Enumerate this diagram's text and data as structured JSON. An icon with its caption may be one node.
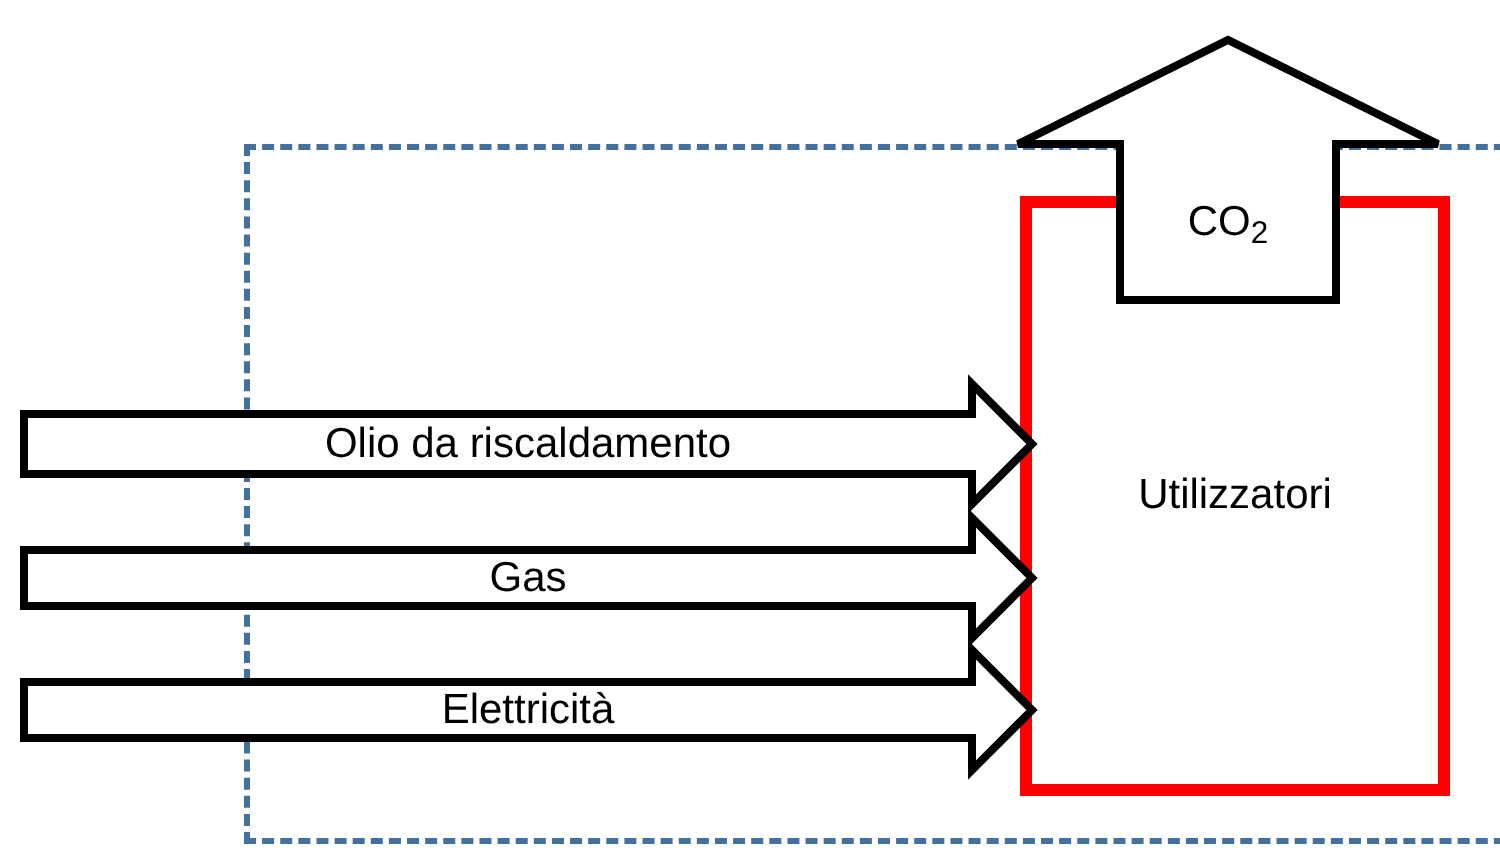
{
  "diagram": {
    "nodes": [
      {
        "text": [],
        "shape": "box"
      },
      {
        "text": [
          "Utilizzatori"
        ],
        "in": 0
      }
    ],
    "edges": [
      {
        "from": null,
        "to": 1,
        "arrow": "to",
        "label": "Olio da riscaldamento",
        "style": "thick"
      },
      {
        "from": null,
        "to": 1,
        "arrow": "to",
        "label": "Gas",
        "style": "thick"
      },
      {
        "from": null,
        "to": 1,
        "arrow": "to",
        "label": "Elettricità",
        "style": "thick"
      },
      {
        "from": 1,
        "to": null,
        "arrow": "to",
        "label": "CO$_{2}$",
        "style": "thick"
      }
    ]
  }
}
